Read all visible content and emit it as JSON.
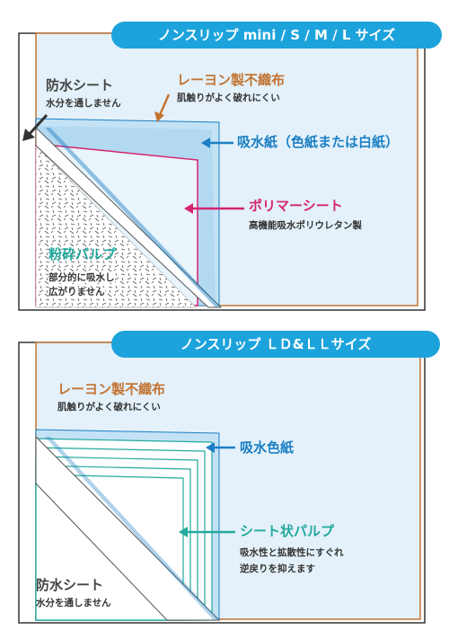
{
  "colors": {
    "banner": "#1da3dc",
    "rayon": "#c27432",
    "paper": "#1a7fc3",
    "polymer": "#d5246f",
    "pulp": "#22a99d",
    "frame": "#333333",
    "sheet_blue": "#d8ecf8"
  },
  "top": {
    "banner": "ノンスリップ mini / S / M / L サイズ",
    "backsheet": {
      "title": "防水シート",
      "desc": "水分を通しません"
    },
    "rayon": {
      "title": "レーヨン製不織布",
      "desc": "肌触りがよく破れにくい"
    },
    "paper": {
      "title": "吸水紙（色紙または白紙）"
    },
    "polymer": {
      "title": "ポリマーシート",
      "desc": "高機能吸水ポリウレタン製"
    },
    "pulp": {
      "title": "粉砕パルプ",
      "desc1": "部分的に吸水し",
      "desc2": "広がりません"
    }
  },
  "bottom": {
    "banner": "ノンスリップ ＬＤ&ＬＬサイズ",
    "rayon": {
      "title": "レーヨン製不織布",
      "desc": "肌触りがよく破れにくい"
    },
    "paper": {
      "title": "吸水色紙"
    },
    "pulp": {
      "title": "シート状パルプ",
      "desc1": "吸水性と拡散性にすぐれ",
      "desc2": "逆戻りを抑えます"
    },
    "backsheet": {
      "title": "防水シート",
      "desc": "水分を通しません"
    }
  }
}
